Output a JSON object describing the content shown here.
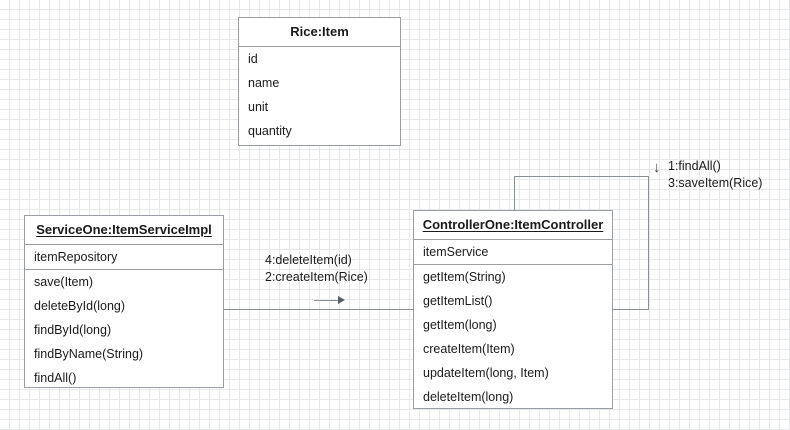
{
  "diagram": {
    "type": "uml-collaboration-diagram",
    "background": "#ffffff",
    "grid_color": "#e6e8ea",
    "line_color": "#8b9096",
    "border_color": "#9a9ea3",
    "text_color": "#1a1a1a"
  },
  "classes": [
    {
      "id": "rice-item",
      "title": "Rice:Item",
      "attributes": [
        "id",
        "name",
        "unit",
        "quantity"
      ],
      "operations": []
    },
    {
      "id": "service-one",
      "title": "ServiceOne:ItemServiceImpl",
      "attributes": [
        "itemRepository"
      ],
      "operations": [
        "save(Item)",
        "deleteById(long)",
        "findById(long)",
        "findByName(String)",
        "findAll()"
      ]
    },
    {
      "id": "controller-one",
      "title": "ControllerOne:ItemController",
      "attributes": [
        "itemService"
      ],
      "operations": [
        "getItem(String)",
        "getItemList()",
        "getItem(long)",
        "createItem(Item)",
        "updateItem(long, Item)",
        "deleteItem(long)"
      ]
    }
  ],
  "messages": {
    "controller_to_service": {
      "line1": "4:deleteItem(id)",
      "line2": "2:createItem(Rice)",
      "direction_icon": "arrow-right-icon"
    },
    "self_loop": {
      "line1": "1:findAll()",
      "line2": "3:saveItem(Rice)",
      "direction_icon": "arrow-down-icon",
      "glyph": "↓"
    }
  }
}
